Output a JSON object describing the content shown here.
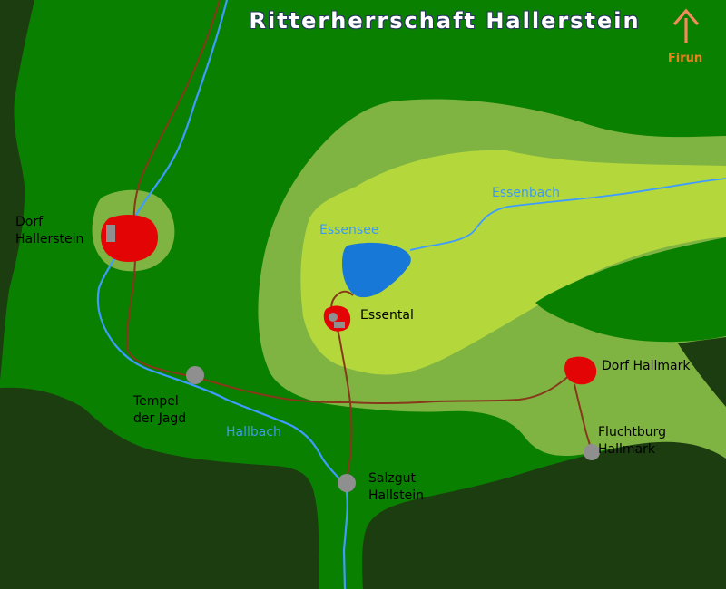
{
  "title": "Ritterherrschaft Hallerstein",
  "compass": {
    "label": "Firun",
    "direction": "north"
  },
  "labels": {
    "dorf_hallerstein": {
      "line1": "Dorf",
      "line2": "Hallerstein"
    },
    "essensee": {
      "text": "Essensee"
    },
    "essenbach": {
      "text": "Essenbach"
    },
    "essental": {
      "text": "Essental"
    },
    "dorf_hallmark": {
      "text": "Dorf Hallmark"
    },
    "tempel_der_jagd": {
      "line1": "Tempel",
      "line2": "der Jagd"
    },
    "hallbach": {
      "text": "Hallbach"
    },
    "salzgut_hallstein": {
      "line1": "Salzgut",
      "line2": "Hallstein"
    },
    "fluchtburg_hallmark": {
      "line1": "Fluchtburg",
      "line2": "Hallmark"
    }
  },
  "features": {
    "water": [
      "Essensee",
      "Essenbach",
      "Hallbach"
    ],
    "settlements": [
      "Dorf Hallerstein",
      "Essental",
      "Dorf Hallmark"
    ],
    "landmarks": [
      "Tempel der Jagd",
      "Salzgut Hallstein",
      "Fluchtburg Hallmark"
    ]
  },
  "colors": {
    "background_green": "#0a8000",
    "dark_forest_green": "#1c3d10",
    "hill_light_green": "#80b442",
    "hill_bright_green": "#b4d83c",
    "lake_blue": "#1878d8",
    "river_blue": "#3e9bff",
    "water_label_blue": "#3d99f0",
    "settlement_red": "#e30505",
    "landmark_gray": "#8f8f8f",
    "road_brown": "#86381a",
    "title_fill": "#ffffff",
    "title_outline": "#26365a",
    "compass_orange": "#f28a5c",
    "compass_label_orange": "#e8831d",
    "label_black": "#000000"
  }
}
